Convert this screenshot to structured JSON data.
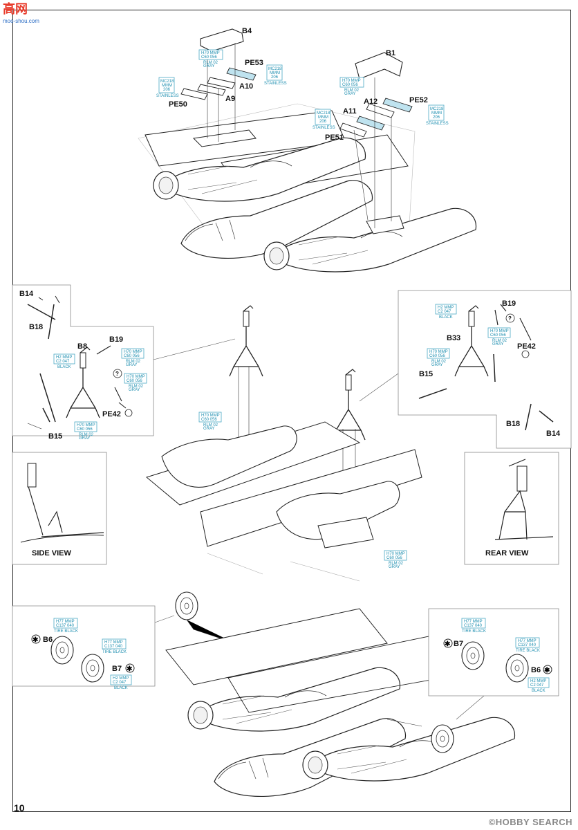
{
  "watermark_top": {
    "mark": "高",
    "text": "网",
    "url": "moo-shou.com"
  },
  "watermark_bottom": "©HOBBY SEARCH",
  "page_number": "10",
  "views": {
    "side": "SIDE VIEW",
    "rear": "REAR VIEW"
  },
  "parts": {
    "b4": "B4",
    "b1": "B1",
    "pe53": "PE53",
    "a10": "A10",
    "a9": "A9",
    "pe50": "PE50",
    "a12": "A12",
    "pe52": "PE52",
    "a11": "A11",
    "pe51": "PE51",
    "b14_l": "B14",
    "b18_l": "B18",
    "b8": "B8",
    "b19_l": "B19",
    "pe42_l": "PE42",
    "b15_l": "B15",
    "b19_r": "B19",
    "b33": "B33",
    "pe42_r": "PE42",
    "b15_r": "B15",
    "b18_r": "B18",
    "b14_r": "B14",
    "b6_l": "B6",
    "b7_l": "B7",
    "b7_r": "B7",
    "b6_r": "B6"
  },
  "colors": {
    "rlm02": {
      "l1": "H70  MMP",
      "l2": "C60  056",
      "sub1": "RLM 02",
      "sub2": "GRAY"
    },
    "rlm02_short": {
      "l1": "H70  MMP",
      "l2": "C60  056",
      "sub1": "RLM 02",
      "sub2": "GRAY"
    },
    "stainless": {
      "l1": "MC218",
      "l2": "MMM",
      "l3": "206",
      "sub1": "STAINLESS"
    },
    "black": {
      "l1": "H2   MMP",
      "l2": "C2   047",
      "sub1": "BLACK"
    },
    "tire": {
      "l1": "H77  MMP",
      "l2": "C137  040",
      "sub1": "TIRE BLACK"
    }
  },
  "accent_color": "#1f8fb0"
}
